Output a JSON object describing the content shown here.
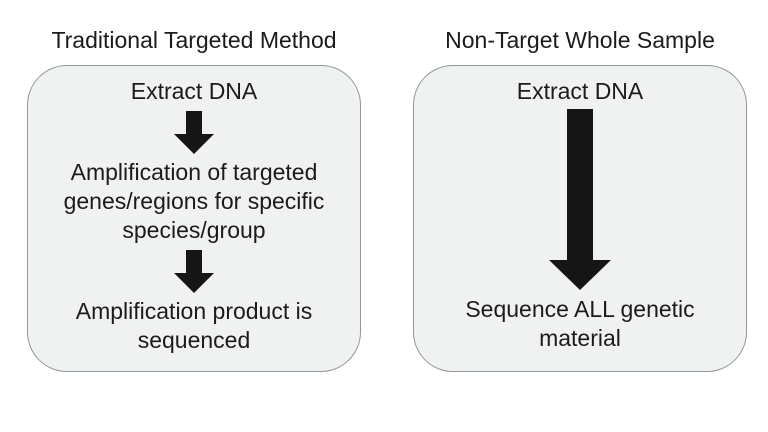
{
  "colors": {
    "background": "#ffffff",
    "box_fill": "#f0f2f1",
    "box_border": "#8f989c",
    "text": "#1b1b1b",
    "arrow": "#151515"
  },
  "panels": [
    {
      "title": "Traditional Targeted Method",
      "flow": [
        {
          "type": "step",
          "text": "Extract DNA"
        },
        {
          "type": "arrow",
          "variant": "short-down-arrow"
        },
        {
          "type": "step",
          "text": "Amplification of targeted genes/regions for specific species/group"
        },
        {
          "type": "arrow",
          "variant": "short-down-arrow"
        },
        {
          "type": "step",
          "text": "Amplification product is sequenced"
        }
      ]
    },
    {
      "title": "Non-Target Whole Sample",
      "flow": [
        {
          "type": "step",
          "text": "Extract DNA"
        },
        {
          "type": "arrow",
          "variant": "long-down-arrow"
        },
        {
          "type": "step",
          "text": "Sequence ALL genetic material"
        }
      ]
    }
  ]
}
